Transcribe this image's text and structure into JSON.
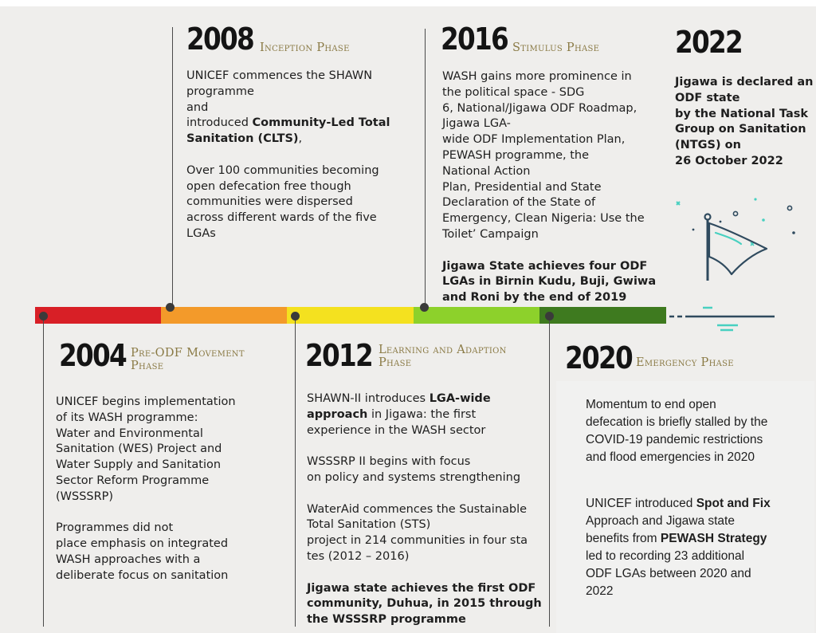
{
  "phases": {
    "p2008": {
      "year": "2008",
      "phase": "Inception Phase",
      "line1": "UNICEF commences the SHAWN",
      "line2": "programme",
      "line3": "and",
      "line4_pre": "introduced ",
      "line4_bold": "Community-Led Total",
      "line5_bold": "Sanitation (CLTS)",
      "line5_post": ",",
      "para2_l1": "Over 100 communities becoming",
      "para2_l2": "open defecation free though",
      "para2_l3": "communities were dispersed",
      "para2_l4": "across different wards of the five",
      "para2_l5": "LGAs"
    },
    "p2016": {
      "year": "2016",
      "phase": "Stimulus Phase",
      "lines": [
        "WASH gains more prominence in",
        "the political space - SDG",
        "6, National/Jigawa ODF Roadmap,",
        "Jigawa LGA-",
        "wide ODF Implementation Plan,",
        "PEWASH programme, the",
        "National Action",
        "Plan, Presidential and State",
        "Declaration of the State of",
        "Emergency, Clean Nigeria: Use the",
        "Toilet’ Campaign"
      ],
      "bold_lines": [
        "Jigawa  State achieves four ODF",
        "LGAs in Birnin Kudu, Buji, Gwiwa",
        "and Roni by the end of 2019"
      ]
    },
    "p2022": {
      "year": "2022",
      "bold_lines": [
        "Jigawa is declared an",
        "ODF state",
        "by the National Task",
        "Group on Sanitation",
        "(NTGS) on",
        "26 October 2022"
      ]
    },
    "p2004": {
      "year": "2004",
      "phase_l1": "Pre-ODF Movement",
      "phase_l2": "Phase",
      "lines": [
        "UNICEF begins implementation",
        "of its WASH programme:",
        "Water and Environmental",
        "Sanitation (WES) Project and",
        "Water Supply and Sanitation",
        "Sector Reform Programme",
        "(WSSSRP)"
      ],
      "lines2": [
        "Programmes did not",
        "place emphasis on integrated",
        "WASH approaches with a",
        "deliberate focus on sanitation"
      ]
    },
    "p2012": {
      "year": "2012",
      "phase_l1": "Learning and Adaption",
      "phase_l2": "Phase",
      "a_pre": "SHAWN-II introduces ",
      "a_bold1": "LGA-wide",
      "a_bold2": "approach",
      "a_post2": " in Jigawa: the first",
      "a_l3": "experience in the WASH sector",
      "b_l1": "WSSSRP II begins with focus",
      "b_l2": "on policy and systems strengthening",
      "c_l1": "WaterAid commences the Sustainable",
      "c_l2": "Total Sanitation (STS)",
      "c_l3": "project in 214 communities in four sta",
      "c_l4": "tes (2012 – 2016)",
      "bold_lines": [
        "Jigawa state achieves the first ODF",
        "community, Duhua, in 2015 through",
        "the WSSSRP programme"
      ]
    },
    "p2020": {
      "year": "2020",
      "phase": "Emergency Phase",
      "lines": [
        "Momentum to end open",
        "defecation is briefly stalled by the",
        "COVID-19 pandemic restrictions",
        "and flood emergencies in 2020"
      ],
      "b_l1_pre": "UNICEF introduced ",
      "b_l1_bold": "Spot and Fix",
      "b_l2": "Approach and Jigawa state",
      "b_l3_pre": "benefits from ",
      "b_l3_bold": "PEWASH Strategy",
      "b_l4": "led to recording 23 additional",
      "b_l5": "ODF LGAs between 2020 and",
      "b_l6": "2022"
    }
  },
  "colors": {
    "seg1": "#d81f26",
    "seg2": "#f39a2a",
    "seg3": "#f4e11f",
    "seg4": "#8dd12b",
    "seg5": "#3e7a1f",
    "flag_dark": "#2f4a5e",
    "flag_accent": "#48d0c0"
  },
  "icons": {
    "goal_flag": "flag-icon"
  }
}
